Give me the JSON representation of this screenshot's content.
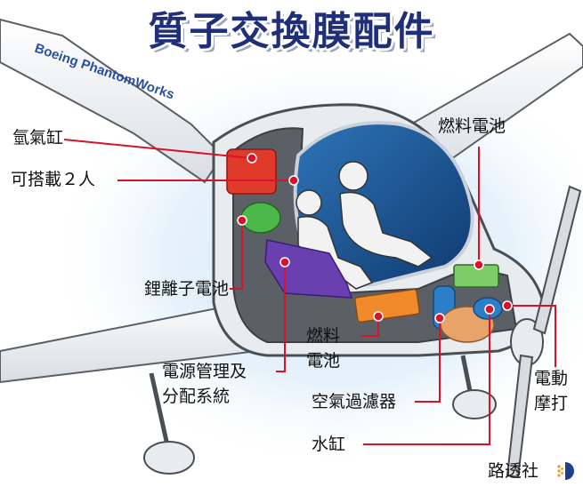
{
  "title": "質子交換膜配件",
  "fuselage_text": "Boeing PhantomWorks",
  "labels": {
    "hydrogen_tank": "氫氣缸",
    "two_people": "可搭載２人",
    "lithium_battery": "鋰離子電池",
    "power_mgmt_line1": "電源管理及",
    "power_mgmt_line2": "分配系統",
    "fuel_cell_top": "燃料電池",
    "fuel_cell_mid_line1": "燃料",
    "fuel_cell_mid_line2": "電池",
    "air_filter": "空氣過濾器",
    "water_tank": "水缸",
    "motor_line1": "電動",
    "motor_line2": "摩打"
  },
  "credit": "路透社",
  "colors": {
    "title": "#1f2f7a",
    "callout": "#d6132a",
    "canopy": "#1a4f8f",
    "hydrogen_tank": "#e03a2a",
    "lithium_battery": "#4db84a",
    "power_system": "#6a3fb0",
    "fuel_cell_mid": "#f08a2a",
    "air_filter": "#2b7fc8"
  }
}
